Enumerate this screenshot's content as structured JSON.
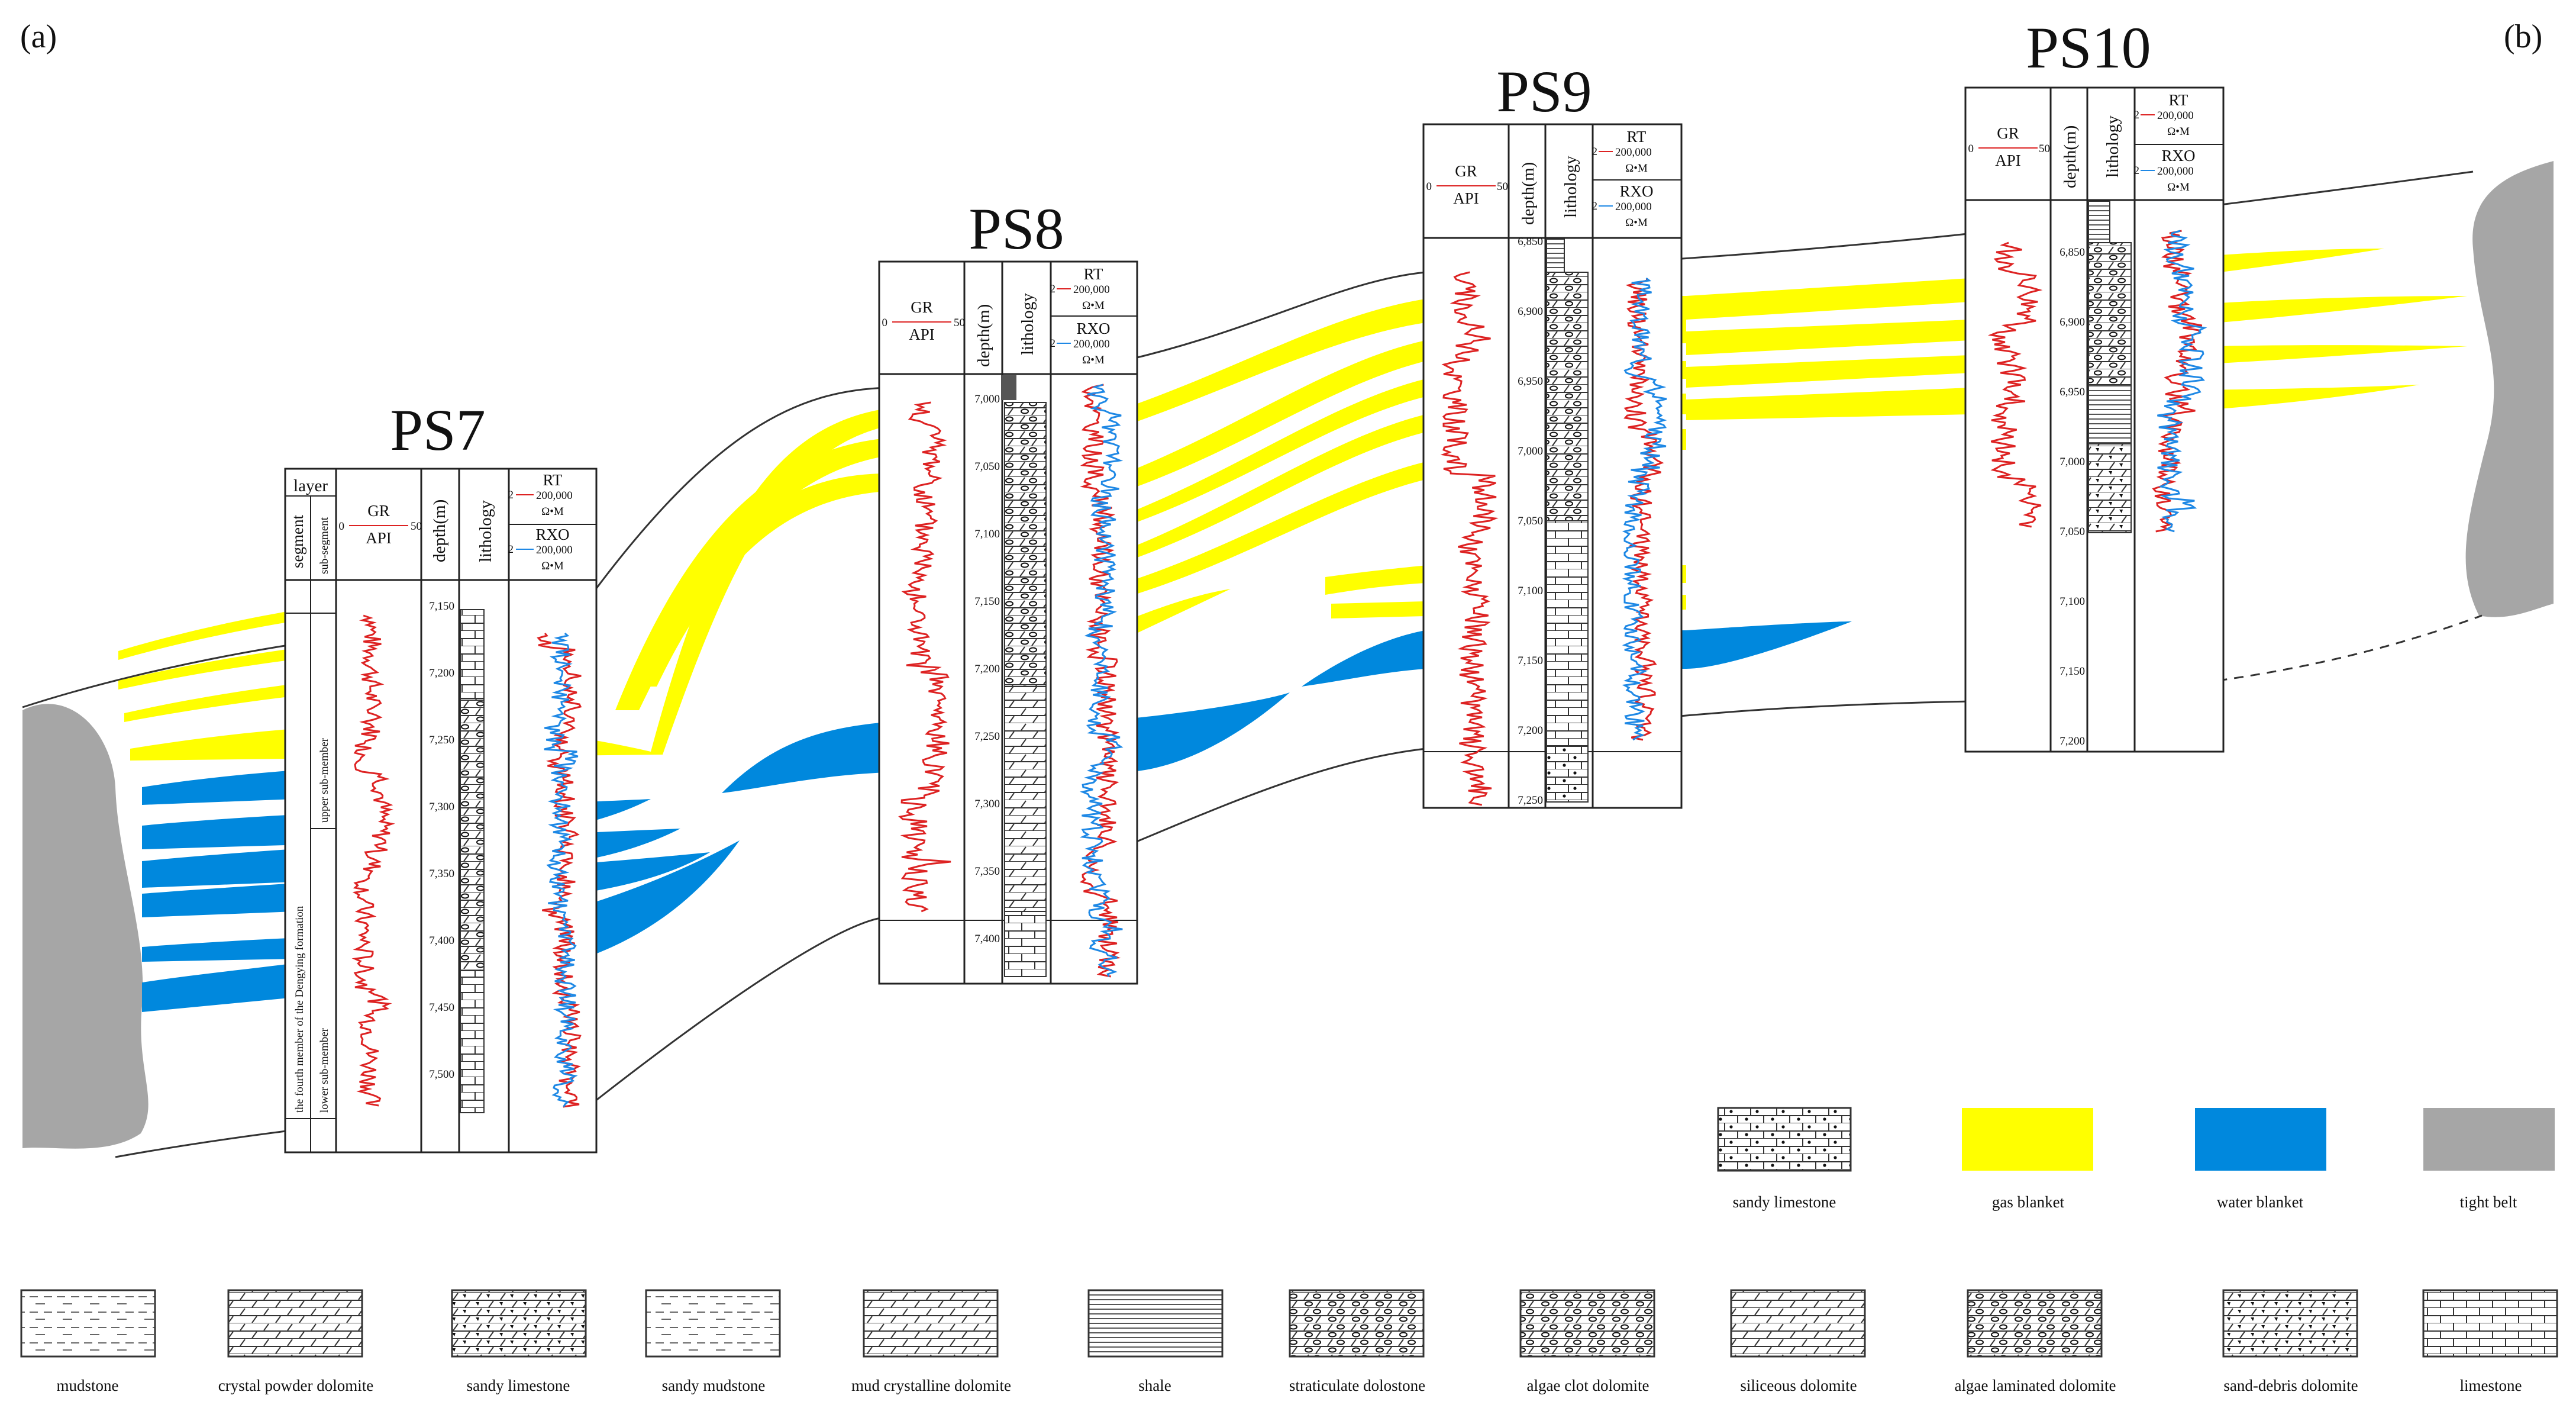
{
  "corners": {
    "left": "(a)",
    "right": "(b)"
  },
  "wells": [
    {
      "name": "PS7",
      "headers": {
        "layer": "layer",
        "segment": "segment",
        "subsegment": "sub-segment",
        "gr": "GR",
        "gr_unit": "API",
        "gr_min": "0",
        "gr_max": "50",
        "depth": "depth(m)",
        "lithology": "lithology",
        "rt": "RT",
        "rxo": "RXO",
        "res_min": "2",
        "res_max": "200,000",
        "res_unit": "Ω•M"
      },
      "layer_segment": "the fourth member of the Dengying formation",
      "layer_sub_upper": "upper sub-member",
      "layer_sub_lower": "lower sub-member",
      "depth_ticks": [
        "7,150",
        "7,200",
        "7,250",
        "7,300",
        "7,350",
        "7,400",
        "7,450",
        "7,500"
      ]
    },
    {
      "name": "PS8",
      "headers": {
        "gr": "GR",
        "gr_unit": "API",
        "gr_min": "0",
        "gr_max": "50",
        "depth": "depth(m)",
        "lithology": "lithology",
        "rt": "RT",
        "rxo": "RXO",
        "res_min": "2",
        "res_max": "200,000",
        "res_unit": "Ω•M"
      },
      "depth_ticks": [
        "7,000",
        "7,050",
        "7,100",
        "7,150",
        "7,200",
        "7,250",
        "7,300",
        "7,350",
        "7,400"
      ]
    },
    {
      "name": "PS9",
      "headers": {
        "gr": "GR",
        "gr_unit": "API",
        "gr_min": "0",
        "gr_max": "50",
        "depth": "depth(m)",
        "lithology": "lithology",
        "rt": "RT",
        "rxo": "RXO",
        "res_min": "2",
        "res_max": "200,000",
        "res_unit": "Ω•M"
      },
      "depth_ticks": [
        "6,850",
        "6,900",
        "6,950",
        "7,000",
        "7,050",
        "7,100",
        "7,150",
        "7,200",
        "7,250"
      ]
    },
    {
      "name": "PS10",
      "headers": {
        "gr": "GR",
        "gr_unit": "API",
        "gr_min": "0",
        "gr_max": "50",
        "depth": "depth(m)",
        "lithology": "lithology",
        "rt": "RT",
        "rxo": "RXO",
        "res_min": "2",
        "res_max": "200,000",
        "res_unit": "Ω•M"
      },
      "depth_ticks": [
        "6,850",
        "6,900",
        "6,950",
        "7,000",
        "7,050",
        "7,100",
        "7,150",
        "7,200"
      ]
    }
  ],
  "legend_right": [
    "sandy limestone",
    "gas  blanket",
    "water blanket",
    "tight  belt"
  ],
  "legend_bottom": [
    "mudstone",
    "crystal powder dolomite",
    "sandy limestone",
    "sandy mudstone",
    "mud crystalline dolomite",
    "shale",
    "straticulate dolostone",
    "algae clot dolomite",
    "siliceous dolomite",
    "algae laminated dolomite",
    "sand-debris dolomite",
    "limestone"
  ],
  "colors": {
    "gas": "#ffff00",
    "water": "#0088dd",
    "tight": "#a6a6a6",
    "gr_curve": "#dd2222",
    "rt_curve": "#dd2222",
    "rxo_curve": "#1e88e5"
  }
}
